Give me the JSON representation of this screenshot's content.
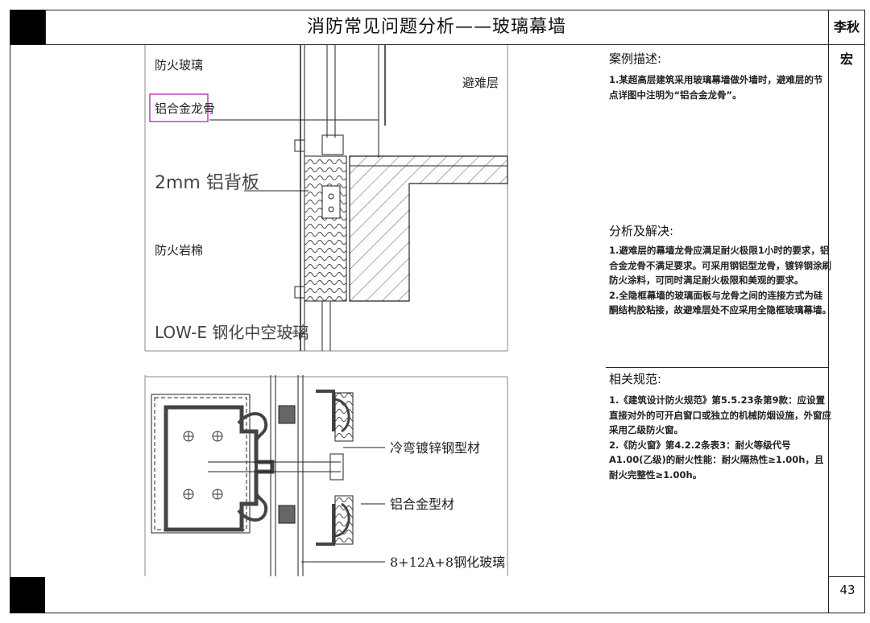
{
  "header": {
    "title": "消防常见问题分析——玻璃幕墙",
    "author": "李秋宏"
  },
  "footer": {
    "page_number": "43"
  },
  "drawing_top": {
    "labels": {
      "fire_glass": "防火玻璃",
      "aluminum_keel": "铝合金龙骨",
      "refuge_floor": "避难层",
      "panel": "2mm 铝背板",
      "rock_wool": "防火岩棉",
      "low_e_glass": "LOW-E 钢化中空玻璃"
    }
  },
  "drawing_bottom": {
    "labels": {
      "steel_profile": "冷弯镀锌钢型材",
      "aluminum_profile": "铝合金型材",
      "glass": "8+12A+8钢化玻璃"
    }
  },
  "sections": {
    "case": {
      "heading": "案例描述:",
      "text": "1.某超高层建筑采用玻璃幕墙做外墙时，避难层的节点详图中注明为“铝合金龙骨”。"
    },
    "analysis": {
      "heading": "分析及解决:",
      "p1": "1.避难层的幕墙龙骨应满足耐火极限1小时的要求，铝合金龙骨不满足要求。可采用钢铝型龙骨，镀锌钢涂刷防火涂料，可同时满足耐火极限和美观的要求。",
      "p2": "2.全隐框幕墙的玻璃面板与龙骨之间的连接方式为硅酮结构胶粘接，故避难层处不应采用全隐框玻璃幕墙。"
    },
    "codes": {
      "heading": "相关规范:",
      "p1": "1.《建筑设计防火规范》第5.5.23条第9款：应设置直接对外的可开启窗口或独立的机械防烟设施，外窗应采用乙级防火窗。",
      "p2": "2.《防火窗》第4.2.2条表3：耐火等级代号A1.00(乙级)的耐火性能：耐火隔热性≥1.00h，且耐火完整性≥1.00h。"
    }
  }
}
